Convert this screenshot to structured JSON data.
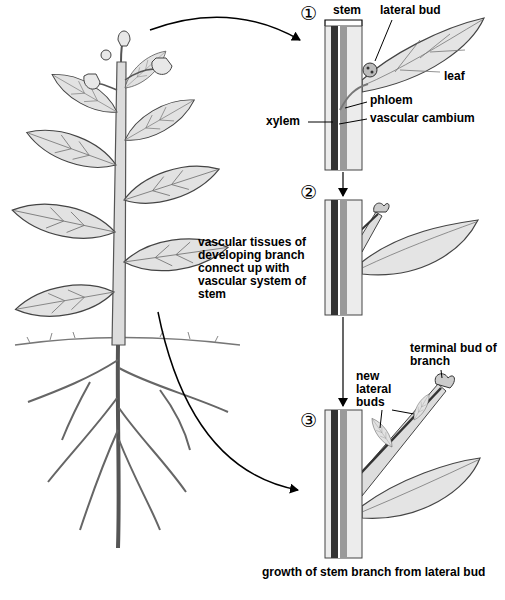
{
  "diagram": {
    "labels": [
      "①",
      "stem",
      "lateral bud",
      "leaf",
      "phloem",
      "xylem",
      "vascular cambium",
      "②",
      "vascular tissues of developing branch connect up with vascular system of stem",
      "③",
      "terminal bud of branch",
      "new lateral buds",
      "growth of stem branch from lateral bud"
    ]
  }
}
